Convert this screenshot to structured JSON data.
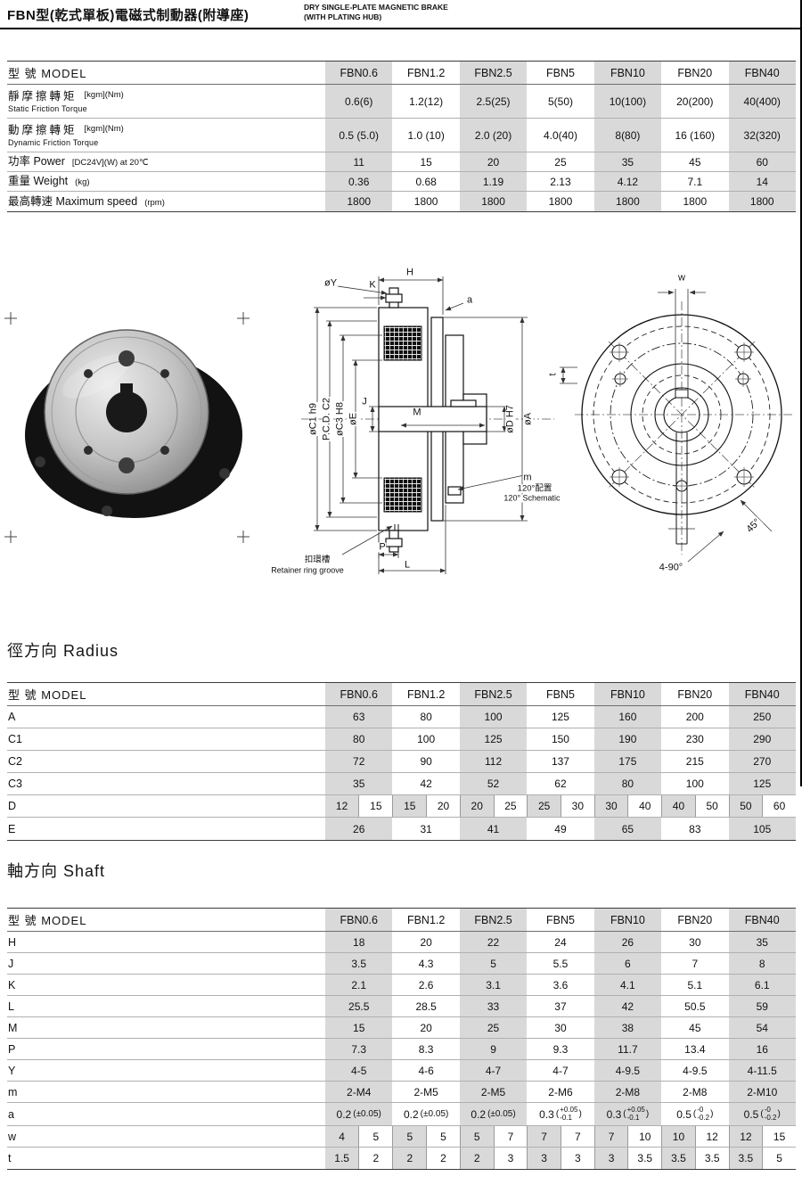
{
  "header": {
    "title": "FBN型(乾式單板)電磁式制動器(附導座)",
    "subtitle_line1": "DRY SINGLE-PLATE MAGNETIC BRAKE",
    "subtitle_line2": "(WITH PLATING HUB)"
  },
  "model_header_label": "型 號 MODEL",
  "models": [
    "FBN0.6",
    "FBN1.2",
    "FBN2.5",
    "FBN5",
    "FBN10",
    "FBN20",
    "FBN40"
  ],
  "colors": {
    "shade": "#d9d9d9",
    "ink": "#111111"
  },
  "spec_table": {
    "rows": [
      {
        "label_zh": "靜摩擦轉矩",
        "label_unit": "[kgm](Nm)",
        "label_en": "Static Friction Torque",
        "values": [
          "0.6(6)",
          "1.2(12)",
          "2.5(25)",
          "5(50)",
          "10(100)",
          "20(200)",
          "40(400)"
        ]
      },
      {
        "label_zh": "動摩擦轉矩",
        "label_unit": "[kgm](Nm)",
        "label_en": "Dynamic Friction Torque",
        "values": [
          "0.5 (5.0)",
          "1.0 (10)",
          "2.0 (20)",
          "4.0(40)",
          "8(80)",
          "16 (160)",
          "32(320)"
        ]
      },
      {
        "label_zh": "功率 Power",
        "label_unit": "[DC24V](W) at 20℃",
        "label_en": "",
        "values": [
          "11",
          "15",
          "20",
          "25",
          "35",
          "45",
          "60"
        ]
      },
      {
        "label_zh": "重量 Weight",
        "label_unit": "(kg)",
        "label_en": "",
        "values": [
          "0.36",
          "0.68",
          "1.19",
          "2.13",
          "4.12",
          "7.1",
          "14"
        ]
      },
      {
        "label_zh": "最高轉速 Maximum speed",
        "label_unit": "(rpm)",
        "label_en": "",
        "values": [
          "1800",
          "1800",
          "1800",
          "1800",
          "1800",
          "1800",
          "1800"
        ]
      }
    ]
  },
  "sections": {
    "radius": "徑方向  Radius",
    "shaft": "軸方向  Shaft"
  },
  "radius_table": {
    "rows": [
      {
        "label": "A",
        "values": [
          "63",
          "80",
          "100",
          "125",
          "160",
          "200",
          "250"
        ]
      },
      {
        "label": "C1",
        "values": [
          "80",
          "100",
          "125",
          "150",
          "190",
          "230",
          "290"
        ]
      },
      {
        "label": "C2",
        "values": [
          "72",
          "90",
          "112",
          "137",
          "175",
          "215",
          "270"
        ]
      },
      {
        "label": "C3",
        "values": [
          "35",
          "42",
          "52",
          "62",
          "80",
          "100",
          "125"
        ]
      },
      {
        "label": "D",
        "values": [
          [
            "12",
            "15"
          ],
          [
            "15",
            "20"
          ],
          [
            "20",
            "25"
          ],
          [
            "25",
            "30"
          ],
          [
            "30",
            "40"
          ],
          [
            "40",
            "50"
          ],
          [
            "50",
            "60"
          ]
        ]
      },
      {
        "label": "E",
        "values": [
          "26",
          "31",
          "41",
          "49",
          "65",
          "83",
          "105"
        ]
      }
    ]
  },
  "shaft_table": {
    "rows": [
      {
        "label": "H",
        "values": [
          "18",
          "20",
          "22",
          "24",
          "26",
          "30",
          "35"
        ]
      },
      {
        "label": "J",
        "values": [
          "3.5",
          "4.3",
          "5",
          "5.5",
          "6",
          "7",
          "8"
        ]
      },
      {
        "label": "K",
        "values": [
          "2.1",
          "2.6",
          "3.1",
          "3.6",
          "4.1",
          "5.1",
          "6.1"
        ]
      },
      {
        "label": "L",
        "values": [
          "25.5",
          "28.5",
          "33",
          "37",
          "42",
          "50.5",
          "59"
        ]
      },
      {
        "label": "M",
        "values": [
          "15",
          "20",
          "25",
          "30",
          "38",
          "45",
          "54"
        ]
      },
      {
        "label": "P",
        "values": [
          "7.3",
          "8.3",
          "9",
          "9.3",
          "11.7",
          "13.4",
          "16"
        ]
      },
      {
        "label": "Y",
        "values": [
          "4-5",
          "4-6",
          "4-7",
          "4-7",
          "4-9.5",
          "4-9.5",
          "4-11.5"
        ]
      },
      {
        "label": "m",
        "values": [
          "2-M4",
          "2-M5",
          "2-M5",
          "2-M6",
          "2-M8",
          "2-M8",
          "2-M10"
        ]
      },
      {
        "label": "a",
        "values": [
          {
            "v": "0.2",
            "tol": "±0.05"
          },
          {
            "v": "0.2",
            "tol": "±0.05"
          },
          {
            "v": "0.2",
            "tol": "±0.05"
          },
          {
            "v": "0.3",
            "top": "+0.05",
            "bot": "-0.1"
          },
          {
            "v": "0.3",
            "top": "+0.05",
            "bot": "-0.1"
          },
          {
            "v": "0.5",
            "top": "-0",
            "bot": "-0.2"
          },
          {
            "v": "0.5",
            "top": "-0",
            "bot": "-0.2"
          }
        ]
      },
      {
        "label": "w",
        "values": [
          [
            "4",
            "5"
          ],
          [
            "5",
            "5"
          ],
          [
            "5",
            "7"
          ],
          [
            "7",
            "7"
          ],
          [
            "7",
            "10"
          ],
          [
            "10",
            "12"
          ],
          [
            "12",
            "15"
          ]
        ]
      },
      {
        "label": "t",
        "values": [
          [
            "1.5",
            "2"
          ],
          [
            "2",
            "2"
          ],
          [
            "2",
            "3"
          ],
          [
            "3",
            "3"
          ],
          [
            "3",
            "3.5"
          ],
          [
            "3.5",
            "3.5"
          ],
          [
            "3.5",
            "5"
          ]
        ]
      }
    ]
  },
  "drawing": {
    "cross": {
      "H": "H",
      "K": "K",
      "a": "a",
      "oY": "øY",
      "oC1": "øC1 h9",
      "PCD": "P.C.D. C2",
      "oC3": "øC3 H8",
      "oE": "øE",
      "J": "J",
      "M": "M",
      "oD": "øD H7",
      "oA": "øA",
      "m": "m",
      "sch_zh": "120°配置",
      "sch_en": "120° Schematic",
      "ret_zh": "扣環槽",
      "ret_en": "Retainer ring groove",
      "P": "P",
      "L": "L"
    },
    "front": {
      "w": "w",
      "t": "t",
      "a45": "45°",
      "holes": "4-90°"
    }
  }
}
